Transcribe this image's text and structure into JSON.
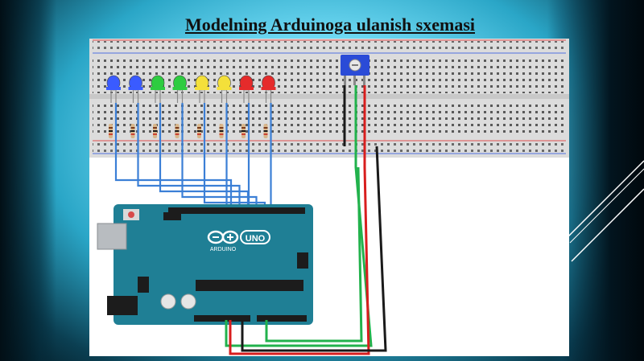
{
  "slide": {
    "title": "Modelning Arduinoga ulanish sxemasi"
  },
  "board": {
    "logo_text": "UNO",
    "brand_text": "ARDUINO",
    "color": "#1f7f95"
  },
  "leds": {
    "colors": [
      "#3a5bff",
      "#3a5bff",
      "#2ecc40",
      "#2ecc40",
      "#f4e03a",
      "#f4e03a",
      "#e52b2b",
      "#e52b2b"
    ]
  },
  "wires": {
    "signal_color": "#3b7fd6",
    "power_color": "#d81e1e",
    "ground_color": "#1a1a1a",
    "analog_color": "#22b24c"
  },
  "potentiometer": {
    "color": "#2a4bd7"
  }
}
